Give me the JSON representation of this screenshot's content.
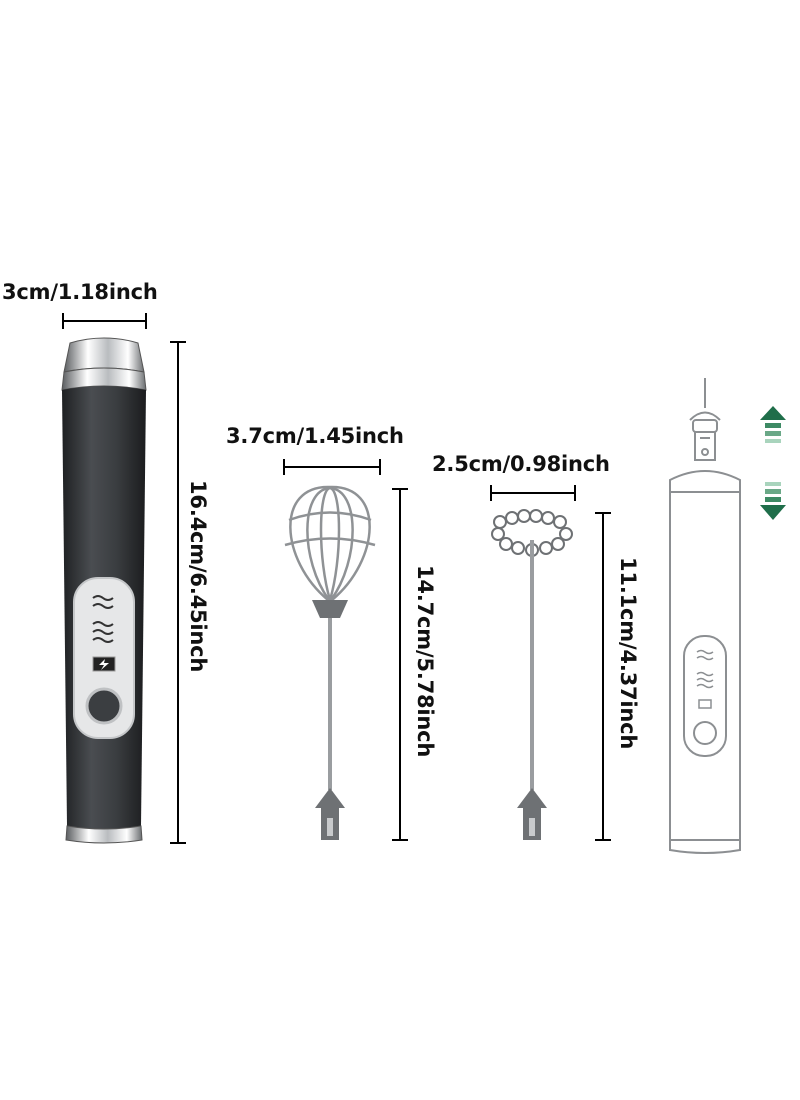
{
  "dimensions": {
    "handle_width": "3cm/1.18inch",
    "handle_height": "16.4cm/6.45inch",
    "whisk_width": "3.7cm/1.45inch",
    "whisk_height": "14.7cm/5.78inch",
    "spring_width": "2.5cm/0.98inch",
    "spring_height": "11.1cm/4.37inch"
  },
  "colors": {
    "handle_body": "#3a3d40",
    "handle_dark": "#1f2123",
    "chrome": "#d8dadc",
    "panel": "#e8e9ea",
    "metal": "#9a9da0",
    "cap": "#6e7174",
    "arrow": "#1f6e4a",
    "outline": "#8c8f92",
    "dim_line": "#000000"
  },
  "icons": [
    "wave-speed-low-icon",
    "wave-speed-high-icon",
    "charging-icon",
    "power-button",
    "up-arrow-icon",
    "down-arrow-icon"
  ]
}
